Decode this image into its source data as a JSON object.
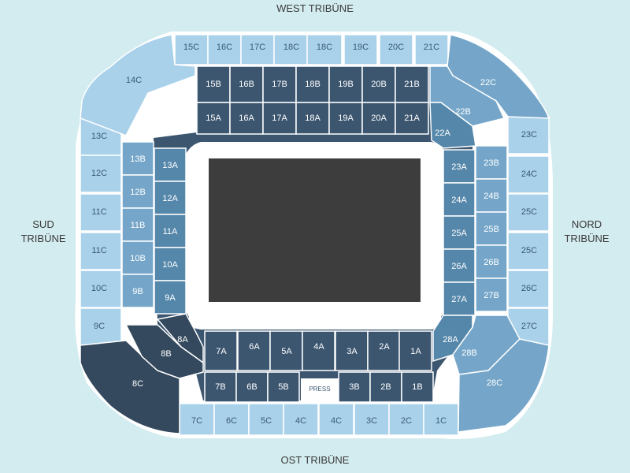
{
  "stands": {
    "west": "WEST TRIBÜNE",
    "ost": "OST TRIBÜNE",
    "sud_line1": "SUD",
    "sud_line2": "TRIBÜNE",
    "nord_line1": "NORD",
    "nord_line2": "TRIBÜNE"
  },
  "press_label": "PRESS",
  "colors": {
    "background": "#d3ecef",
    "tier_c": "#a9d1ea",
    "tier_b": "#75a6c9",
    "tier_a": "#5587aa",
    "dark_section": "#34495d",
    "inner_section": "#3c5670",
    "pitch": "#3d3d3d"
  },
  "sections": {
    "west_c": [
      "15C",
      "16C",
      "17C",
      "18C",
      "18C",
      "19C",
      "20C",
      "21C"
    ],
    "west_b": [
      "15B",
      "16B",
      "17B",
      "18B",
      "19B",
      "20B",
      "21B"
    ],
    "west_a": [
      "15A",
      "16A",
      "17A",
      "18A",
      "19A",
      "20A",
      "21A"
    ],
    "ost_c": [
      "7C",
      "6C",
      "5C",
      "4C",
      "4C",
      "3C",
      "2C",
      "1C"
    ],
    "ost_b_left": [
      "7B",
      "6B",
      "5B"
    ],
    "ost_b_right": [
      "3B",
      "2B",
      "1B"
    ],
    "ost_a": [
      "7A",
      "6A",
      "5A",
      "4A",
      "3A",
      "2A",
      "1A"
    ],
    "sud_c": [
      "13C",
      "12C",
      "11C",
      "11C",
      "10C",
      "9C"
    ],
    "sud_b": [
      "13B",
      "12B",
      "11B",
      "10B",
      "9B"
    ],
    "sud_a": [
      "13A",
      "12A",
      "11A",
      "10A",
      "9A"
    ],
    "nord_c": [
      "23C",
      "24C",
      "25C",
      "25C",
      "26C",
      "27C"
    ],
    "nord_b": [
      "23B",
      "24B",
      "25B",
      "26B",
      "27B"
    ],
    "nord_a": [
      "23A",
      "24A",
      "25A",
      "26A",
      "27A"
    ],
    "corners": {
      "c14": "14C",
      "c22": "22C",
      "b22": "22B",
      "a22": "22A",
      "a28": "28A",
      "b28": "28B",
      "c28": "28C",
      "c8": "8C",
      "b8": "8B",
      "a8": "8A"
    }
  }
}
